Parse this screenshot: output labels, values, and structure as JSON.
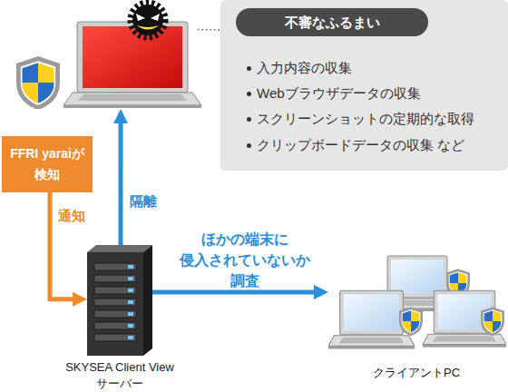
{
  "diagram": {
    "nodes": [
      {
        "text": []
      },
      {
        "text": [
          "入力内容の収集",
          "Webブラウザデータの収集",
          "スクリーンショットの定期的な取得",
          "クリップボードデータの収集 など"
        ]
      },
      {
        "text": [
          "不審なふるまい"
        ],
        "in": 1
      },
      {
        "text": [
          "FFRI yaraiが 検知"
        ]
      },
      {
        "text": [
          "SKYSEA Client View サーバー"
        ]
      },
      {
        "text": [
          "クライアントPC"
        ]
      }
    ],
    "edges": [
      {
        "from": 0,
        "to": 1,
        "arrow": "none"
      },
      {
        "from": 3,
        "to": 4,
        "label": "通知",
        "arrow": "to"
      },
      {
        "from": 4,
        "to": 0,
        "label": "隔離",
        "arrow": "to"
      },
      {
        "from": 4,
        "to": 5,
        "label": "ほかの端末に 侵入されていないか 調査",
        "arrow": "to"
      }
    ]
  }
}
